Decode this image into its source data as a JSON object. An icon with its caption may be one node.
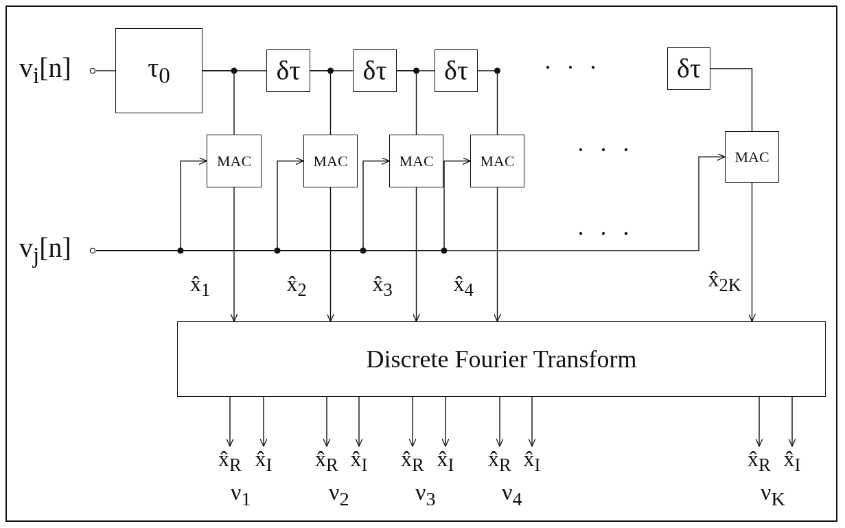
{
  "diagram": {
    "nodes": [
      {
        "text": [
          "v$_{i}$[n]"
        ]
      },
      {
        "text": [
          "τ$_{0}$"
        ]
      },
      {
        "text": [
          "δτ"
        ]
      },
      {
        "text": [
          "δτ"
        ]
      },
      {
        "text": [
          "δτ"
        ]
      },
      {
        "text": [
          "δτ"
        ]
      },
      {
        "text": [
          "MAC"
        ]
      },
      {
        "text": [
          "MAC"
        ]
      },
      {
        "text": [
          "MAC"
        ]
      },
      {
        "text": [
          "MAC"
        ]
      },
      {
        "text": [
          "MAC"
        ]
      },
      {
        "text": [
          "v$_{j}$[n]"
        ]
      },
      {
        "text": [
          "Discrete Fourier Transform"
        ]
      },
      {
        "text": [
          "x̂$_{R}$"
        ]
      },
      {
        "text": [
          "x̂$_{I}$"
        ]
      },
      {
        "text": [
          "x̂$_{R}$"
        ]
      },
      {
        "text": [
          "x̂$_{I}$"
        ]
      },
      {
        "text": [
          "x̂$_{R}$"
        ]
      },
      {
        "text": [
          "x̂$_{I}$"
        ]
      },
      {
        "text": [
          "x̂$_{R}$"
        ]
      },
      {
        "text": [
          "x̂$_{I}$"
        ]
      },
      {
        "text": [
          "x̂$_{R}$"
        ]
      },
      {
        "text": [
          "x̂$_{I}$"
        ]
      }
    ],
    "edges": [
      {
        "from": 0,
        "to": 1,
        "arrow": "none"
      },
      {
        "from": 1,
        "to": 2,
        "arrow": "none"
      },
      {
        "from": 2,
        "to": 3,
        "arrow": "none"
      },
      {
        "from": 3,
        "to": 4,
        "arrow": "none"
      },
      {
        "from": 1,
        "to": 6,
        "arrow": "none"
      },
      {
        "from": 2,
        "to": 7,
        "arrow": "none"
      },
      {
        "from": 3,
        "to": 8,
        "arrow": "none"
      },
      {
        "from": 4,
        "to": 9,
        "arrow": "none"
      },
      {
        "from": 5,
        "to": 10,
        "arrow": "none"
      },
      {
        "from": 11,
        "to": 6,
        "arrow": "to"
      },
      {
        "from": 11,
        "to": 7,
        "arrow": "to"
      },
      {
        "from": 11,
        "to": 8,
        "arrow": "to"
      },
      {
        "from": 11,
        "to": 9,
        "arrow": "to"
      },
      {
        "from": 11,
        "to": 10,
        "arrow": "to"
      },
      {
        "from": 6,
        "to": 12,
        "arrow": "to",
        "label": "x̂$_{1}$"
      },
      {
        "from": 7,
        "to": 12,
        "arrow": "to",
        "label": "x̂$_{2}$"
      },
      {
        "from": 8,
        "to": 12,
        "arrow": "to",
        "label": "x̂$_{3}$"
      },
      {
        "from": 9,
        "to": 12,
        "arrow": "to",
        "label": "x̂$_{4}$"
      },
      {
        "from": 10,
        "to": 12,
        "arrow": "to",
        "label": "x̂$_{2K}$"
      },
      {
        "from": 12,
        "to": 13,
        "arrow": "to"
      },
      {
        "from": 12,
        "to": 14,
        "arrow": "to"
      },
      {
        "from": 12,
        "to": 15,
        "arrow": "to"
      },
      {
        "from": 12,
        "to": 16,
        "arrow": "to"
      },
      {
        "from": 12,
        "to": 17,
        "arrow": "to"
      },
      {
        "from": 12,
        "to": 18,
        "arrow": "to"
      },
      {
        "from": 12,
        "to": 19,
        "arrow": "to"
      },
      {
        "from": 12,
        "to": 20,
        "arrow": "to"
      },
      {
        "from": 12,
        "to": 21,
        "arrow": "to"
      },
      {
        "from": 12,
        "to": 22,
        "arrow": "to"
      }
    ],
    "labels": [
      "· · ·",
      "· · ·",
      "· · ·",
      "ν$_{1}$",
      "ν$_{2}$",
      "ν$_{3}$",
      "ν$_{4}$",
      "ν$_{K}$"
    ]
  }
}
